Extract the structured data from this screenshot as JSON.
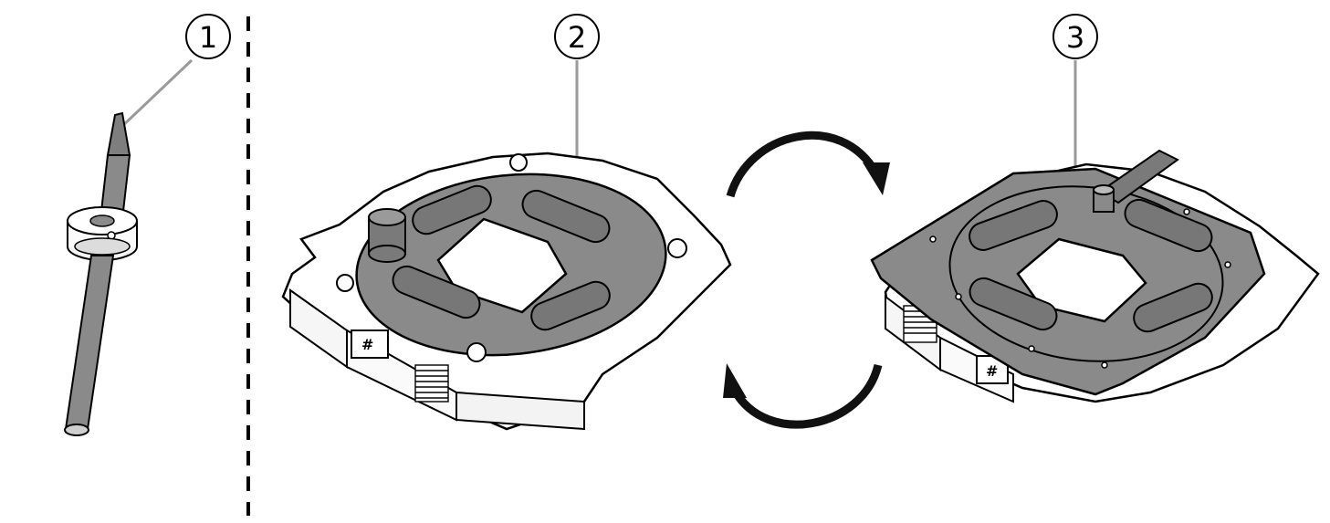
{
  "callouts": [
    {
      "id": "1",
      "label": "1",
      "part": "tool"
    },
    {
      "id": "2",
      "label": "2",
      "part": "holder-adapter-before"
    },
    {
      "id": "3",
      "label": "3",
      "part": "holder-adapter-after"
    }
  ],
  "holder_marks": {
    "left_label": "#",
    "right_label": "#"
  },
  "colors": {
    "line": "#000000",
    "gray_part": "#8a8a8a",
    "dark_part": "#6f6f6f",
    "leader": "#9a9a9a",
    "arrow": "#111111"
  },
  "icons": {
    "rotate_cw_top": "rotate-arrow-top",
    "rotate_ccw_bottom": "rotate-arrow-bottom",
    "divider": "dashed-separator"
  }
}
